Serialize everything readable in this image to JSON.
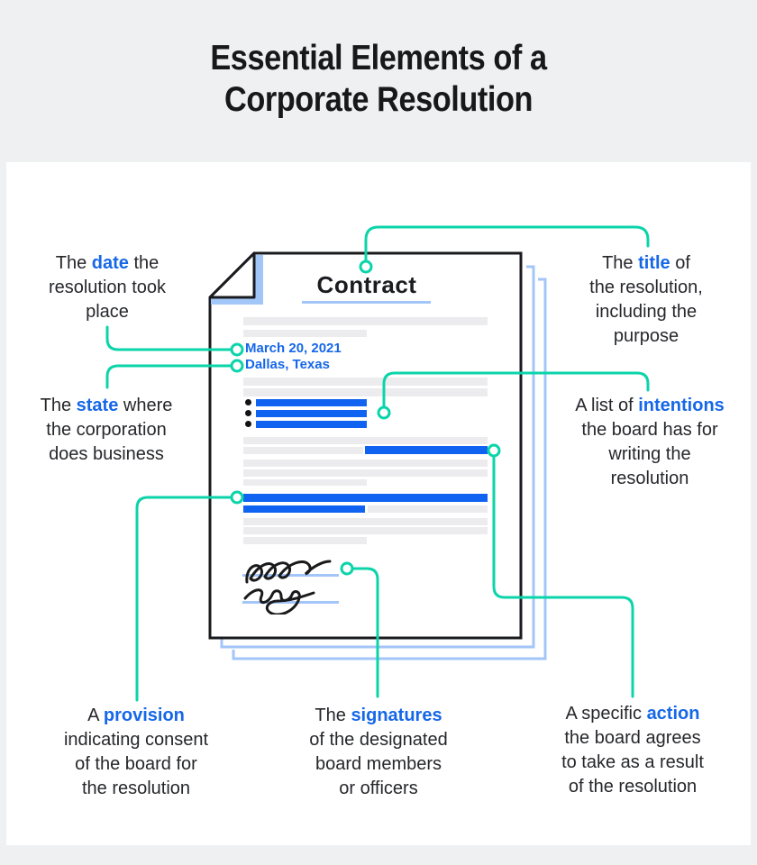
{
  "title": {
    "line1": "Essential Elements of a",
    "line2": "Corporate Resolution"
  },
  "document": {
    "heading": "Contract",
    "date": "March 20, 2021",
    "location": "Dallas, Texas"
  },
  "callouts": {
    "date": {
      "before": "The ",
      "keyword": "date",
      "after": " the\nresolution took\nplace"
    },
    "state": {
      "before": "The ",
      "keyword": "state",
      "after": " where\nthe corporation\ndoes business"
    },
    "provision": {
      "before": "A ",
      "keyword": "provision",
      "after": "\nindicating consent\nof the board for\nthe resolution"
    },
    "signatures": {
      "before": "The ",
      "keyword": "signatures",
      "after": "\nof the designated\nboard members\nor officers"
    },
    "title_el": {
      "before": "The ",
      "keyword": "title",
      "after": " of\nthe resolution,\nincluding the\npurpose"
    },
    "intentions": {
      "before": "A list of ",
      "keyword": "intentions",
      "after": "\nthe board has for\nwriting the\nresolution"
    },
    "action": {
      "before": "A specific ",
      "keyword": "action",
      "after": "\nthe board agrees\nto take as a result\nof the resolution"
    }
  },
  "colors": {
    "bg": "#eef0f2",
    "card": "#ffffff",
    "title_dark": "#17181a",
    "text_dark": "#26272b",
    "keyword_blue": "#1667e8",
    "bar_blue": "#1063f0",
    "light_blue": "#a3c6f8",
    "gray_bar": "#ececee",
    "teal": "#0bd4aa",
    "doc_outline": "#1a1b1e"
  }
}
